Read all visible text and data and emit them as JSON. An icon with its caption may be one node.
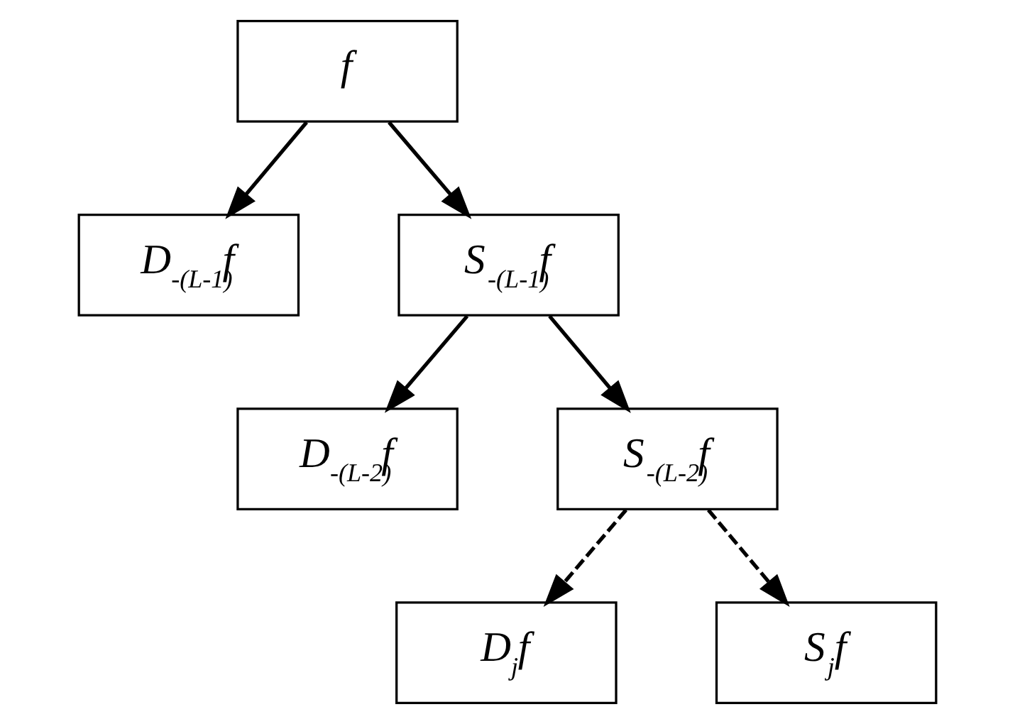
{
  "diagram": {
    "nodes": [
      {
        "text": [
          "f"
        ]
      },
      {
        "text": [
          "D$_{-(L-1)}$f"
        ]
      },
      {
        "text": [
          "S$_{-(L-1)}$f"
        ]
      },
      {
        "text": [
          "D$_{-(L-2)}$f"
        ]
      },
      {
        "text": [
          "S$_{-(L-2)}$f"
        ]
      },
      {
        "text": [
          "D$_{j}$f"
        ]
      },
      {
        "text": [
          "S$_{j}$f"
        ]
      }
    ],
    "edges": [
      {
        "from": 0,
        "to": 1,
        "arrow": "to"
      },
      {
        "from": 0,
        "to": 2,
        "arrow": "to"
      },
      {
        "from": 2,
        "to": 3,
        "arrow": "to"
      },
      {
        "from": 2,
        "to": 4,
        "arrow": "to"
      },
      {
        "from": 4,
        "to": 5,
        "arrow": "to",
        "style": "dashed"
      },
      {
        "from": 4,
        "to": 6,
        "arrow": "to",
        "style": "dashed"
      }
    ]
  }
}
